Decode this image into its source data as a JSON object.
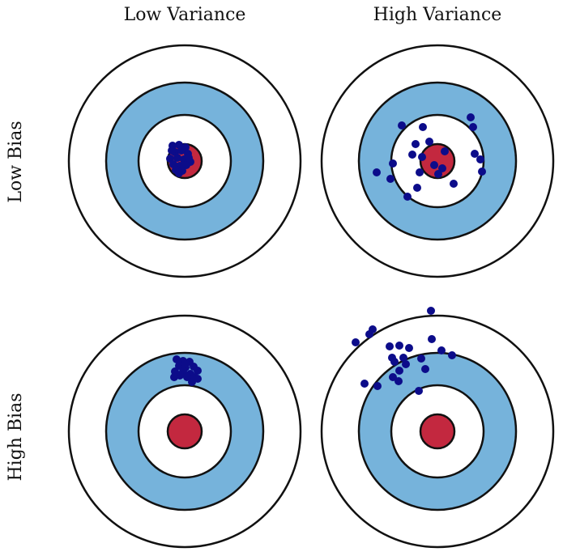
{
  "columns": [
    "Low Variance",
    "High Variance"
  ],
  "rows": [
    "Low Bias",
    "High Bias"
  ],
  "colors": {
    "outer_ring": "#ffffff",
    "blue_ring": "#76b3db",
    "inner_ring": "#ffffff",
    "bullseye": "#c3283f",
    "dot": "#0c0c8a",
    "outline": "#111111"
  },
  "panels": [
    {
      "row": "Low Bias",
      "column": "Low Variance",
      "shots": "tight cluster on bullseye"
    },
    {
      "row": "Low Bias",
      "column": "High Variance",
      "shots": "scattered around bullseye"
    },
    {
      "row": "High Bias",
      "column": "Low Variance",
      "shots": "tight cluster off-center"
    },
    {
      "row": "High Bias",
      "column": "High Variance",
      "shots": "scattered off-center"
    }
  ]
}
